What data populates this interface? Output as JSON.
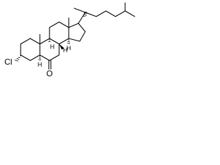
{
  "structure": {
    "atoms": {
      "chlorine": "Cl",
      "ketone_oxygen": "O",
      "hydrogen_c5": "H",
      "hydrogen_c8": "H",
      "hydrogen_c9": "H",
      "hydrogen_c14": "H"
    },
    "colors": {
      "bond": "#000000",
      "background": "#ffffff"
    }
  }
}
